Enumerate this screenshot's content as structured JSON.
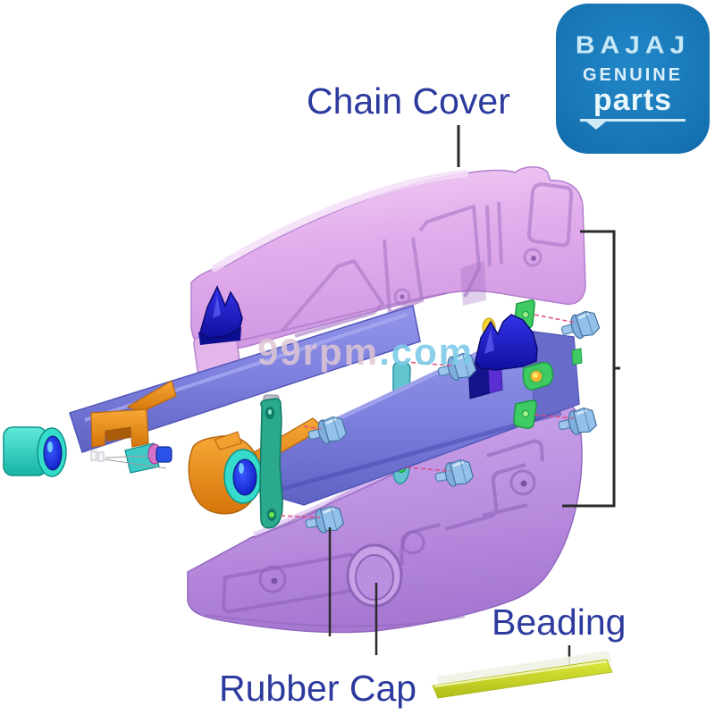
{
  "page": {
    "background_color": "#ffffff"
  },
  "brand_logo": {
    "brand": "BAJAJ",
    "tagline_top": "GENUINE",
    "tagline_bottom": "parts",
    "background_color": "#1673b2",
    "text_color": "#d6eefb"
  },
  "labels": {
    "color": "#2d3a9e",
    "chain_cover": "Chain Cover",
    "rubber_cap": "Rubber Cap",
    "beading": "Beading"
  },
  "watermark": {
    "name": "99rpm",
    "tld": ".com"
  },
  "diagram": {
    "description": "Exploded parts view of motorcycle swingarm with chain cover assembly",
    "part_colors": {
      "chain_cover_upper": "#e0aceb",
      "chain_cover_lower": "#bb8fe0",
      "swingarm": "#7d80dd",
      "mounting_brackets": "#1f1fd0",
      "bushings": "#35dccb",
      "bushing_bore": "#1c2fd6",
      "chain_adjuster": "#ec8c1d",
      "mounting_plates": "#3ecb63",
      "hanger_straps": "#2aa98c",
      "bolts": "#93c1ea",
      "beading_strip": "#ccd92f",
      "leader_lines": "#e62e68",
      "callout_lines": "#2a2a2a"
    },
    "bolt_count": 6
  }
}
